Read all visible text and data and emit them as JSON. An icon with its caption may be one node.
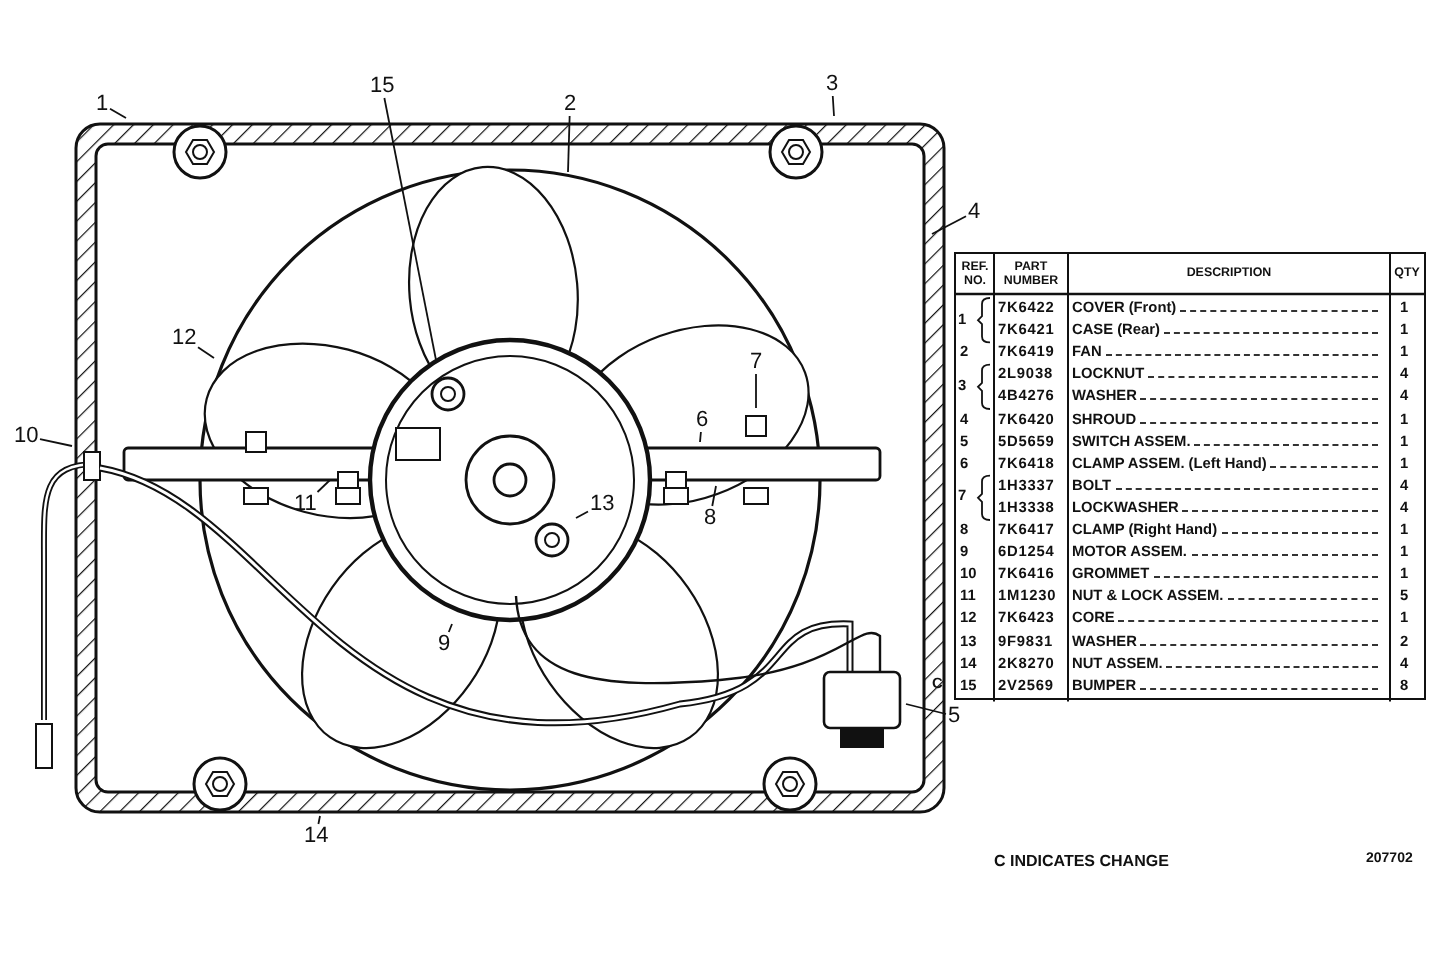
{
  "diagram": {
    "nodes": [
      {
        "text": [
          "1"
        ]
      },
      {
        "text": [
          "2"
        ]
      },
      {
        "text": [
          "3"
        ]
      },
      {
        "text": [
          "4"
        ]
      },
      {
        "text": [
          "5"
        ]
      },
      {
        "text": [
          "6"
        ]
      },
      {
        "text": [
          "7"
        ]
      },
      {
        "text": [
          "8"
        ]
      },
      {
        "text": [
          "9"
        ]
      },
      {
        "text": [
          "10"
        ]
      },
      {
        "text": [
          "11"
        ]
      },
      {
        "text": [
          "12"
        ]
      },
      {
        "text": [
          "13"
        ]
      },
      {
        "text": [
          "14"
        ]
      },
      {
        "text": [
          "15"
        ]
      }
    ],
    "edges": [
      {
        "from": 0,
        "to": null,
        "arrow": "none"
      },
      {
        "from": 1,
        "to": null,
        "arrow": "none"
      },
      {
        "from": 2,
        "to": null,
        "arrow": "none"
      },
      {
        "from": 3,
        "to": null,
        "arrow": "none"
      },
      {
        "from": 4,
        "to": null,
        "arrow": "none"
      },
      {
        "from": 5,
        "to": null,
        "arrow": "none"
      },
      {
        "from": 6,
        "to": null,
        "arrow": "none"
      },
      {
        "from": 7,
        "to": null,
        "arrow": "none"
      },
      {
        "from": 8,
        "to": null,
        "arrow": "none"
      },
      {
        "from": 9,
        "to": null,
        "arrow": "none"
      },
      {
        "from": 10,
        "to": null,
        "arrow": "none"
      },
      {
        "from": 11,
        "to": null,
        "arrow": "none"
      },
      {
        "from": 12,
        "to": null,
        "arrow": "none"
      },
      {
        "from": 13,
        "to": null,
        "arrow": "none"
      },
      {
        "from": 14,
        "to": null,
        "arrow": "none"
      }
    ],
    "labels": [
      "REF. NO.",
      "PART NUMBER",
      "DESCRIPTION",
      "QTY",
      "1",
      "7K6422",
      "COVER (Front)",
      "1",
      "7K6421",
      "CASE (Rear)",
      "1",
      "2",
      "7K6419",
      "FAN",
      "1",
      "3",
      "2L9038",
      "LOCKNUT",
      "4",
      "4B4276",
      "WASHER",
      "4",
      "4",
      "7K6420",
      "SHROUD",
      "1",
      "5",
      "5D5659",
      "SWITCH ASSEM.",
      "1",
      "6",
      "7K6418",
      "CLAMP ASSEM. (Left Hand)",
      "1",
      "7",
      "1H3337",
      "BOLT",
      "4",
      "1H3338",
      "LOCKWASHER",
      "4",
      "8",
      "7K6417",
      "CLAMP (Right Hand)",
      "1",
      "9",
      "6D1254",
      "MOTOR ASSEM.",
      "1",
      "10",
      "7K6416",
      "GROMMET",
      "1",
      "11",
      "1M1230",
      "NUT & LOCK ASSEM.",
      "5",
      "12",
      "7K6423",
      "CORE",
      "1",
      "13",
      "9F9831",
      "WASHER",
      "2",
      "14",
      "2K8270",
      "NUT ASSEM.",
      "4",
      "C",
      "15",
      "2V2569",
      "BUMPER",
      "8",
      "C INDICATES CHANGE",
      "207702"
    ]
  }
}
